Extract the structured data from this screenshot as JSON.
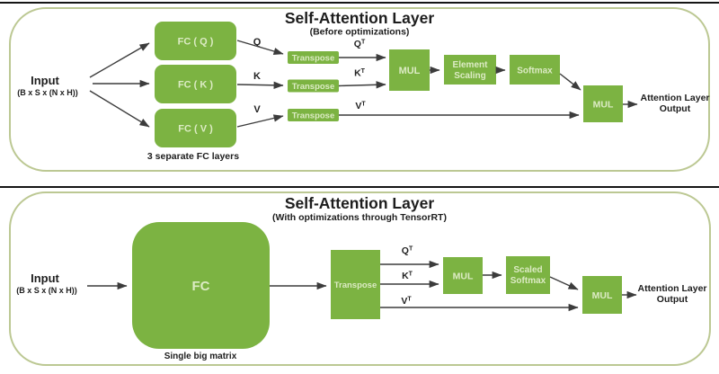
{
  "colors": {
    "box_green": "#7CB342",
    "box_text": "#DCEBC4",
    "frame_border": "#BCC893",
    "arrow": "#3C3C3C",
    "text_dark": "#1D1D1D",
    "separator": "#151515",
    "background": "#FFFFFF"
  },
  "before": {
    "title": "Self-Attention Layer",
    "subtitle": "(Before optimizations)",
    "input": {
      "label": "Input",
      "dims": "(B x S x (N x H))"
    },
    "boxes": {
      "fc_q": "FC ( Q )",
      "fc_k": "FC ( K )",
      "fc_v": "FC ( V )",
      "transpose": "Transpose",
      "mul_1": "MUL",
      "element_scaling_line1": "Element",
      "element_scaling_line2": "Scaling",
      "softmax": "Softmax",
      "mul_2": "MUL"
    },
    "labels": {
      "q": "Q",
      "k": "K",
      "v": "V",
      "sup": "T",
      "fc_caption": "3 separate FC layers"
    },
    "output": {
      "line1": "Attention Layer",
      "line2": "Output"
    }
  },
  "after": {
    "title": "Self-Attention Layer",
    "subtitle": "(With optimizations through TensorRT)",
    "input": {
      "label": "Input",
      "dims": "(B x S x (N x H))"
    },
    "boxes": {
      "fc": "FC",
      "transpose": "Transpose",
      "mul_1": "MUL",
      "scaled_softmax_line1": "Scaled",
      "scaled_softmax_line2": "Softmax",
      "mul_2": "MUL"
    },
    "labels": {
      "q": "Q",
      "k": "K",
      "v": "V",
      "sup": "T",
      "fc_caption": "Single big matrix"
    },
    "output": {
      "line1": "Attention Layer",
      "line2": "Output"
    }
  }
}
